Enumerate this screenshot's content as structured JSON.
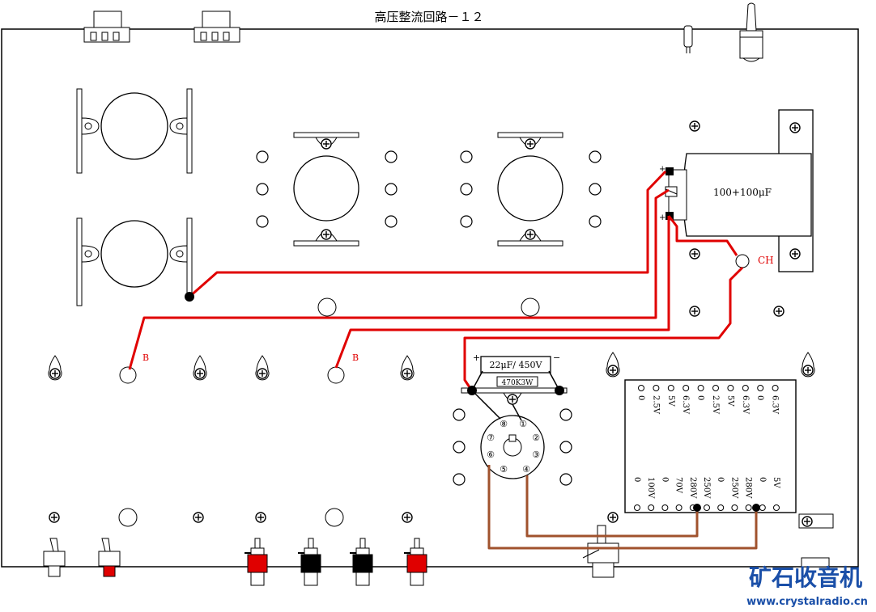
{
  "title": "高压整流回路－１２",
  "labels": {
    "cap_main": "100+100μF",
    "cap_small": "22μF/ 450V",
    "resistor": "470K3W",
    "choke": "CH",
    "b1": "B",
    "b2": "B",
    "plus1": "+",
    "plus2": "+",
    "plus3": "+",
    "minus": "−"
  },
  "socket_pins": [
    "①",
    "②",
    "③",
    "④",
    "⑤",
    "⑥",
    "⑦",
    "⑧"
  ],
  "transformer": {
    "top_taps": [
      "0",
      "2.5V",
      "5V",
      "6.3V",
      "0",
      "2.5V",
      "5V",
      "6.3V",
      "0",
      "6.3V"
    ],
    "bottom_taps": [
      "0",
      "100V",
      "0",
      "70V",
      "280V",
      "250V",
      "0",
      "250V",
      "280V",
      "0",
      "5V"
    ]
  },
  "brand": {
    "cn": "矿石收音机",
    "url": "www.crystalradio.cn"
  },
  "colors": {
    "wire_red": "#e00000",
    "wire_brown": "#a0522d",
    "outline": "#000000",
    "jack_red": "#e00000"
  }
}
